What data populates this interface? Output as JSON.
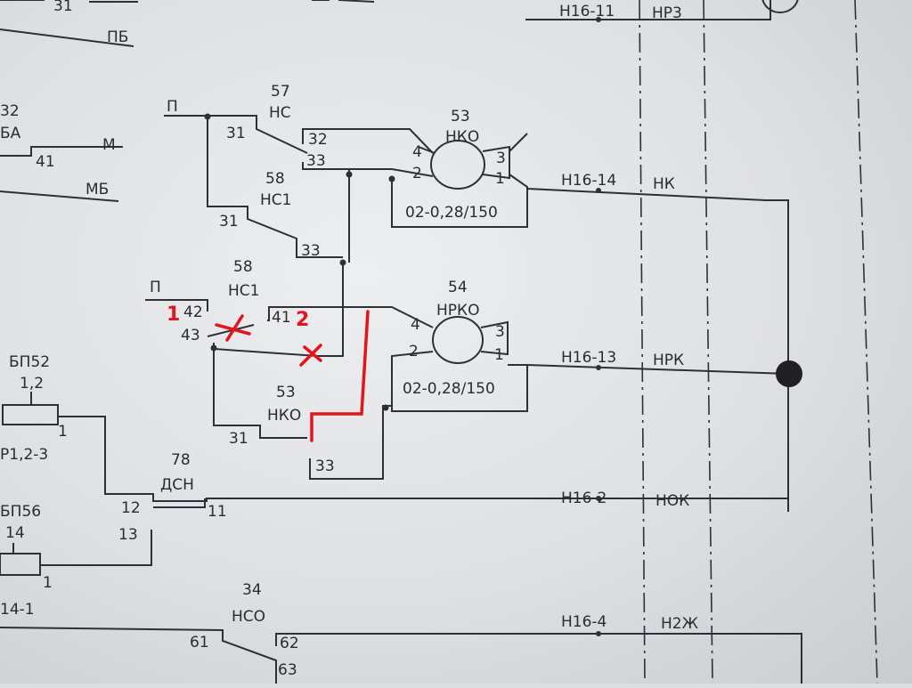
{
  "diagram": {
    "labels": {
      "top_31": "31",
      "pb": "ПБ",
      "h16_11": "Н16-11",
      "hr3": "НР3",
      "c32": "32",
      "ba": "БА",
      "m": "М",
      "c41": "41",
      "mb": "МБ",
      "p1": "П",
      "r57": "57",
      "hc": "НС",
      "hc_31": "31",
      "hc_32": "32",
      "hc_33": "33",
      "m53": "53",
      "nko_top": "НКО",
      "m53_4": "4",
      "m53_2": "2",
      "m53_3": "3",
      "m53_1": "1",
      "m53_spec": "02-0,28/150",
      "h16_14": "Н16-14",
      "hk": "НК",
      "r58a": "58",
      "hc1a": "НС1",
      "hc1a_31": "31",
      "hc1a_33": "33",
      "p2": "П",
      "r58b": "58",
      "hc1b": "НС1",
      "hc1b_42": "42",
      "hc1b_43": "43",
      "hc1b_41": "41",
      "m54": "54",
      "nrko": "НРКО",
      "m54_4": "4",
      "m54_2": "2",
      "m54_3": "3",
      "m54_1": "1",
      "m54_spec": "02-0,28/150",
      "h16_13": "Н16-13",
      "hrk": "НРК",
      "r53": "53",
      "nko_bottom": "НКО",
      "nko_31": "31",
      "nko_33": "33",
      "bp52": "БП52",
      "bp52_val": "1,2",
      "bp52_1": "1",
      "r12_3": "Р1,2-3",
      "r78": "78",
      "dsn": "ДСН",
      "dsn_12": "12",
      "dsn_11": "11",
      "dsn_13": "13",
      "h16_2": "Н16-2",
      "hok": "НОК",
      "bp56": "БП56",
      "bp56_val": "14",
      "bp56_1": "1",
      "r14_1": "14-1",
      "r34": "34",
      "hco": "НСО",
      "hco_61": "61",
      "hco_62": "62",
      "hco_63": "63",
      "h16_4": "Н16-4",
      "h2zh": "Н2Ж"
    },
    "annotations": {
      "mark_1": "1",
      "mark_2": "2"
    },
    "colors": {
      "ink": "#2f2f35",
      "annotation": "#e3141b",
      "paper": "#e4e5e8"
    }
  }
}
